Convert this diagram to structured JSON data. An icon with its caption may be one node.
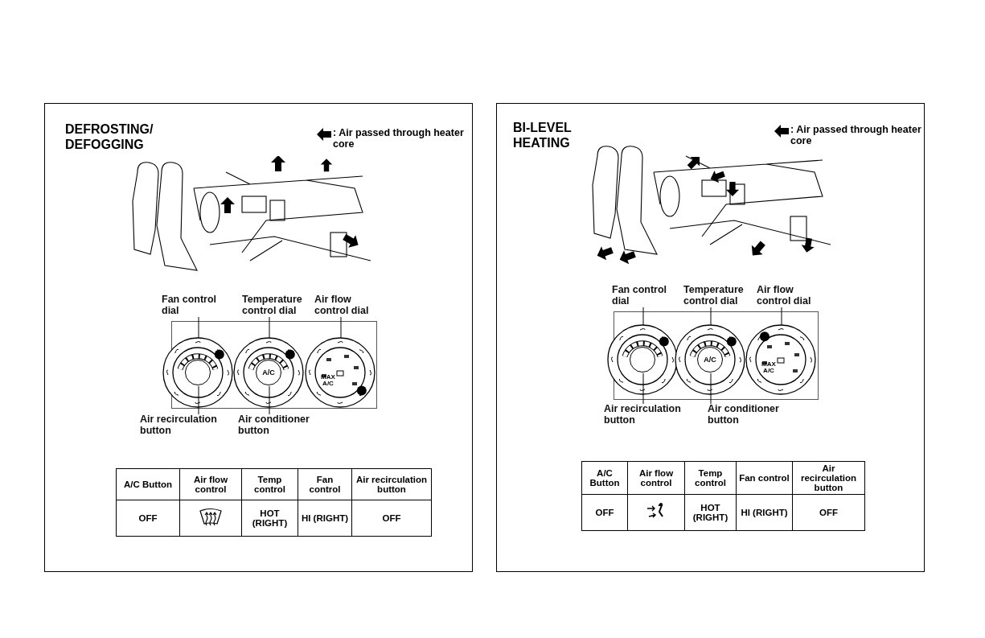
{
  "diagram": {
    "nodes": [
      {
        "text": [
          "DEFROSTING/ DEFOGGING"
        ]
      },
      {
        "text": [
          "Fan control dial"
        ],
        "in": 0
      },
      {
        "text": [
          "Temperature control dial"
        ],
        "in": 0
      },
      {
        "text": [
          "Air flow control dial"
        ],
        "in": 0
      },
      {
        "text": [],
        "shape": "circle",
        "in": 0
      },
      {
        "text": [],
        "shape": "circle",
        "in": 0
      },
      {
        "text": [],
        "shape": "circle",
        "in": 0
      },
      {
        "text": [],
        "shape": "circle",
        "in": 4
      },
      {
        "text": [
          "A/C"
        ],
        "in": 5
      },
      {
        "text": [
          "Air recirculation button"
        ],
        "in": 0
      },
      {
        "text": [
          "Air conditioner button"
        ],
        "in": 0
      },
      {
        "text": [
          "BI-LEVEL HEATING"
        ]
      },
      {
        "text": [
          "Fan control dial"
        ],
        "in": 11
      },
      {
        "text": [
          "Temperature control dial"
        ],
        "in": 11
      },
      {
        "text": [
          "Air flow control dial"
        ],
        "in": 11
      },
      {
        "text": [],
        "shape": "circle",
        "in": 11
      },
      {
        "text": [],
        "shape": "circle",
        "in": 11
      },
      {
        "text": [],
        "shape": "circle",
        "in": 11
      },
      {
        "text": [],
        "shape": "circle",
        "in": 15
      },
      {
        "text": [
          "A/C"
        ],
        "in": 16
      },
      {
        "text": [
          "Air recirculation button"
        ],
        "in": 11
      },
      {
        "text": [
          "Air conditioner button"
        ],
        "in": 11
      }
    ],
    "edges": [
      {
        "from": 1,
        "to": 4,
        "arrow": "none"
      },
      {
        "from": 2,
        "to": 5,
        "arrow": "none"
      },
      {
        "from": 3,
        "to": 6,
        "arrow": "none"
      },
      {
        "from": 9,
        "to": 7,
        "arrow": "none"
      },
      {
        "from": 10,
        "to": 8,
        "arrow": "none"
      },
      {
        "from": 12,
        "to": 15,
        "arrow": "none"
      },
      {
        "from": 13,
        "to": 16,
        "arrow": "none"
      },
      {
        "from": 14,
        "to": 17,
        "arrow": "none"
      },
      {
        "from": 20,
        "to": 18,
        "arrow": "none"
      },
      {
        "from": 21,
        "to": 19,
        "arrow": "none"
      }
    ],
    "labels": [
      "MAX A/C",
      "A/C Button",
      "Air flow control",
      "Temp control",
      "Fan control",
      "Air recirculation button",
      "OFF",
      "HOT (RIGHT)",
      "HI (RIGHT)",
      "OFF",
      "MAX A/C",
      "A/C Button",
      "Air flow control",
      "Temp control",
      "Fan control",
      "Air recirculation button",
      "OFF",
      "HOT (RIGHT)",
      "HI (RIGHT)",
      "OFF"
    ],
    "legend": [
      {
        "text": ": Air passed through heater core"
      },
      {
        "text": ": Air passed through heater core"
      }
    ]
  }
}
